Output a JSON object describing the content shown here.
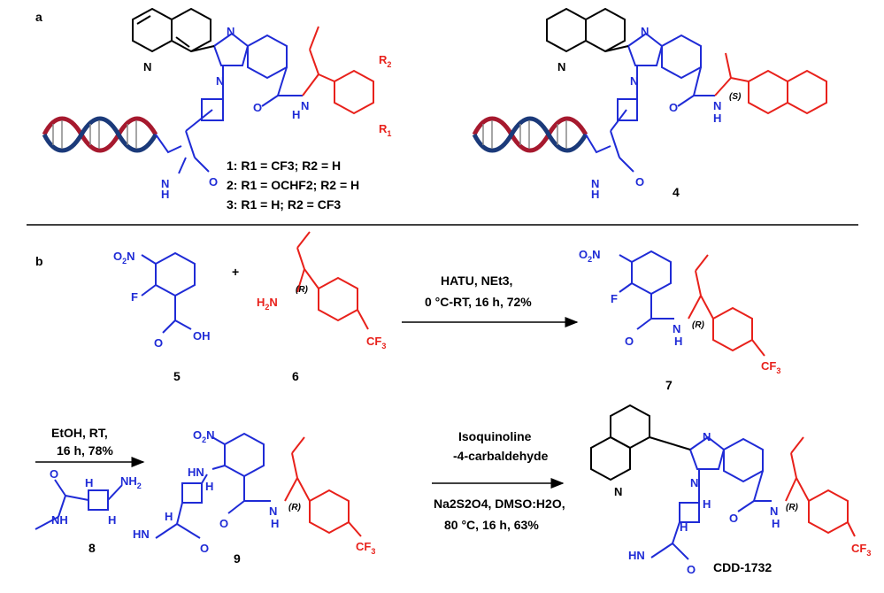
{
  "panel_a": {
    "letter": "a",
    "compound_labels": [
      {
        "num": "1:",
        "text": "R1 = CF3; R2 = H"
      },
      {
        "num": "2:",
        "text": "R1 = OCHF2; R2 = H"
      },
      {
        "num": "3:",
        "text": "R1 = H; R2 = CF3"
      }
    ],
    "compound_4_label": "4"
  },
  "panel_b": {
    "letter": "b",
    "plus": "+",
    "step1": {
      "line1": "HATU, NEt3,",
      "line2": "0 °C-RT, 16 h, 72%"
    },
    "step2": {
      "line1": "EtOH, RT,",
      "line2": "16 h, 78%"
    },
    "step3": {
      "line1": "Isoquinoline",
      "line2": "-4-carbaldehyde",
      "line3": "Na2S2O4, DMSO:H2O,",
      "line4": "80 °C, 16 h, 63%"
    },
    "labels": {
      "c5": "5",
      "c6": "6",
      "c7": "7",
      "c8": "8",
      "c9": "9",
      "final": "CDD-1732"
    }
  },
  "colors": {
    "blue": "#1f2bd6",
    "red": "#e8211b",
    "dna_red": "#a6192e",
    "dna_blue": "#1b3a7a"
  }
}
